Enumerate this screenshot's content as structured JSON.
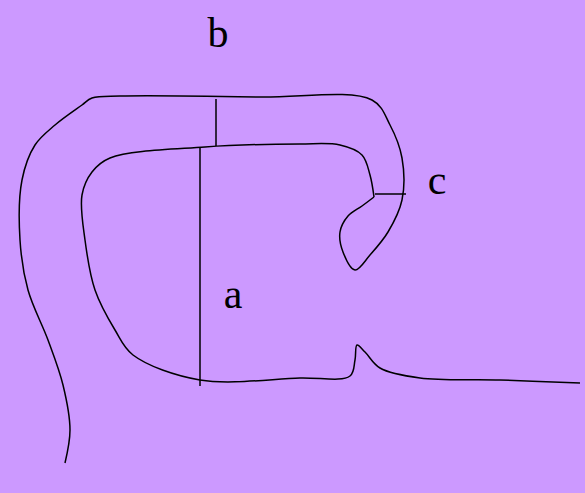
{
  "diagram": {
    "labels": [
      "b",
      "c",
      "a"
    ]
  }
}
